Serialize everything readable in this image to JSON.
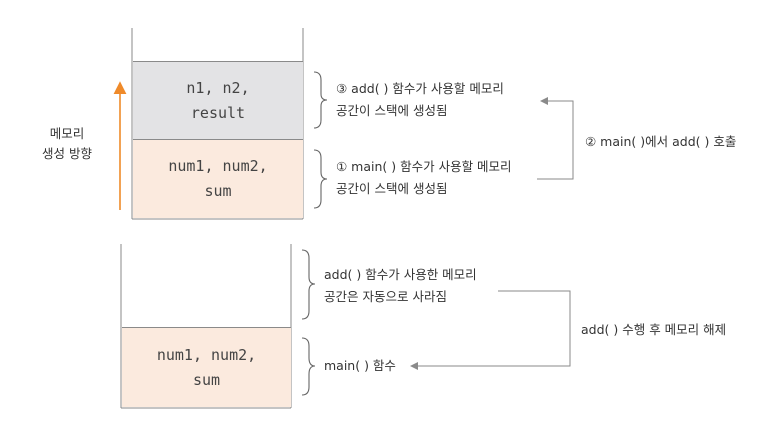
{
  "colors": {
    "stack_gray": "#e3e3e5",
    "stack_peach": "#fbeade",
    "arrow_orange": "#ef8a2a",
    "line": "#8a8a8a"
  },
  "growth_label": {
    "line1": "메모리",
    "line2": "생성 방향"
  },
  "top_stack": {
    "add_frame": {
      "line1": "n1, n2,",
      "line2": "result"
    },
    "main_frame": {
      "line1": "num1, num2,",
      "line2": "sum"
    }
  },
  "bottom_stack": {
    "main_frame": {
      "line1": "num1, num2,",
      "line2": "sum"
    }
  },
  "notes": {
    "add_created": {
      "line1": "③ add( ) 함수가 사용할 메모리",
      "line2": "공간이 스택에 생성됨"
    },
    "main_created": {
      "line1": "① main( ) 함수가 사용할 메모리",
      "line2": "공간이 스택에 생성됨"
    },
    "call": "② main( )에서 add( ) 호출",
    "add_released": {
      "line1": "add( ) 함수가 사용한 메모리",
      "line2": "공간은 자동으로 사라짐"
    },
    "main_only": "main( ) 함수",
    "release": "add( ) 수행 후 메모리 해제"
  }
}
